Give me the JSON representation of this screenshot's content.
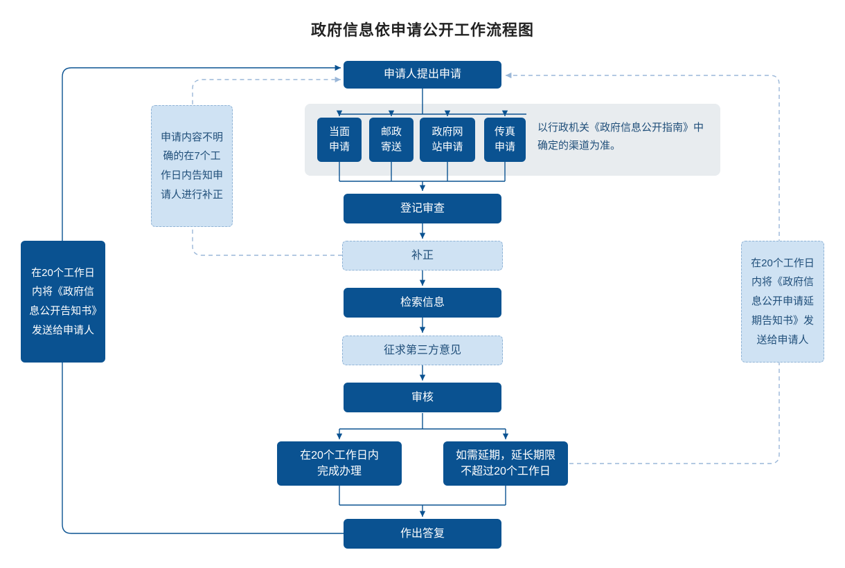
{
  "title": "政府信息依申请公开工作流程图",
  "colors": {
    "solid_fill": "#0a5291",
    "solid_text": "#ffffff",
    "ghost_fill": "#cfe2f3",
    "ghost_text": "#1f4e79",
    "ghost_border": "#8fb3d6",
    "panel_fill": "#e8ecef",
    "line": "#0a5291",
    "dashed_line": "#9ab7d8",
    "title_text": "#222222"
  },
  "flow": {
    "start": "申请人提出申请",
    "channels": [
      "当面\n申请",
      "邮政\n寄送",
      "政府网\n站申请",
      "传真\n申请"
    ],
    "channel_note": "以行政机关《政府信息公开指南》中确定的渠道为准。",
    "steps": [
      {
        "label": "登记审查",
        "style": "solid"
      },
      {
        "label": "补正",
        "style": "ghost"
      },
      {
        "label": "检索信息",
        "style": "solid"
      },
      {
        "label": "征求第三方意见",
        "style": "ghost"
      },
      {
        "label": "审核",
        "style": "solid"
      }
    ],
    "branch_left": "在20个工作日内\n完成办理",
    "branch_right": "如需延期，延长期限\n不超过20个工作日",
    "end": "作出答复"
  },
  "notes": {
    "left_outer": "在20个工作日内将《政府信息公开告知书》发送给申请人",
    "left_inner": "申请内容不明确的在7个工作日内告知申请人进行补正",
    "right_outer": "在20个工作日内将《政府信息公开申请延期告知书》发送给申请人"
  }
}
